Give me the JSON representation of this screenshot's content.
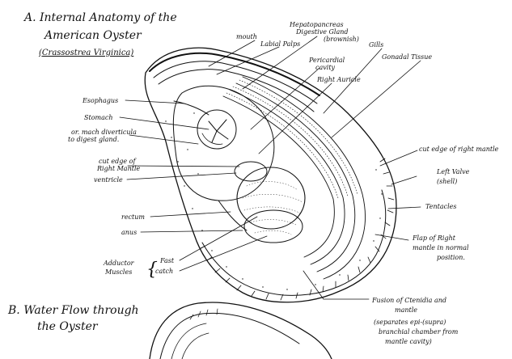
{
  "titles": {
    "a_line1": "A. Internal Anatomy of the",
    "a_line2": "American Oyster",
    "a_line3": "(Crassostrea Virginica)",
    "b_line1": "B. Water Flow through",
    "b_line2": "the Oyster"
  },
  "labels": {
    "mouth": "mouth",
    "labial_palps": "Labial Palps",
    "hepatopancreas_1": "Hepatopancreas",
    "hepatopancreas_2": "Digestive Gland",
    "hepatopancreas_3": "(brownish)",
    "gills": "Gills",
    "gonadal_tissue": "Gonadal Tissue",
    "pericardial_1": "Pericardial",
    "pericardial_2": "cavity",
    "right_auricle": "Right Auricle",
    "esophagus": "Esophagus",
    "stomach": "Stomach",
    "diverticula_1": "or. mach diverticula",
    "diverticula_2": "to digest gland.",
    "cut_edge_right_mantle_1": "cut edge of",
    "cut_edge_right_mantle_2": "Right Mantle",
    "ventricle": "ventricle",
    "rectum": "rectum",
    "anus": "anus",
    "adductor_1": "Adductor",
    "adductor_2": "Muscles",
    "fast": "Fast",
    "catch": "catch",
    "cutedge_right_mantle": "cut edge of right mantle",
    "left_valve_1": "Left Valve",
    "left_valve_2": "(shell)",
    "tentacles": "Tentacles",
    "flap_1": "Flap of Right",
    "flap_2": "mantle in normal",
    "flap_3": "position.",
    "fusion_1": "Fusion of Ctenidia and",
    "fusion_2": "mantle",
    "fusion_3": "(separates epi-(supra)",
    "fusion_4": "branchial chamber from",
    "fusion_5": "mantle cavity)"
  }
}
